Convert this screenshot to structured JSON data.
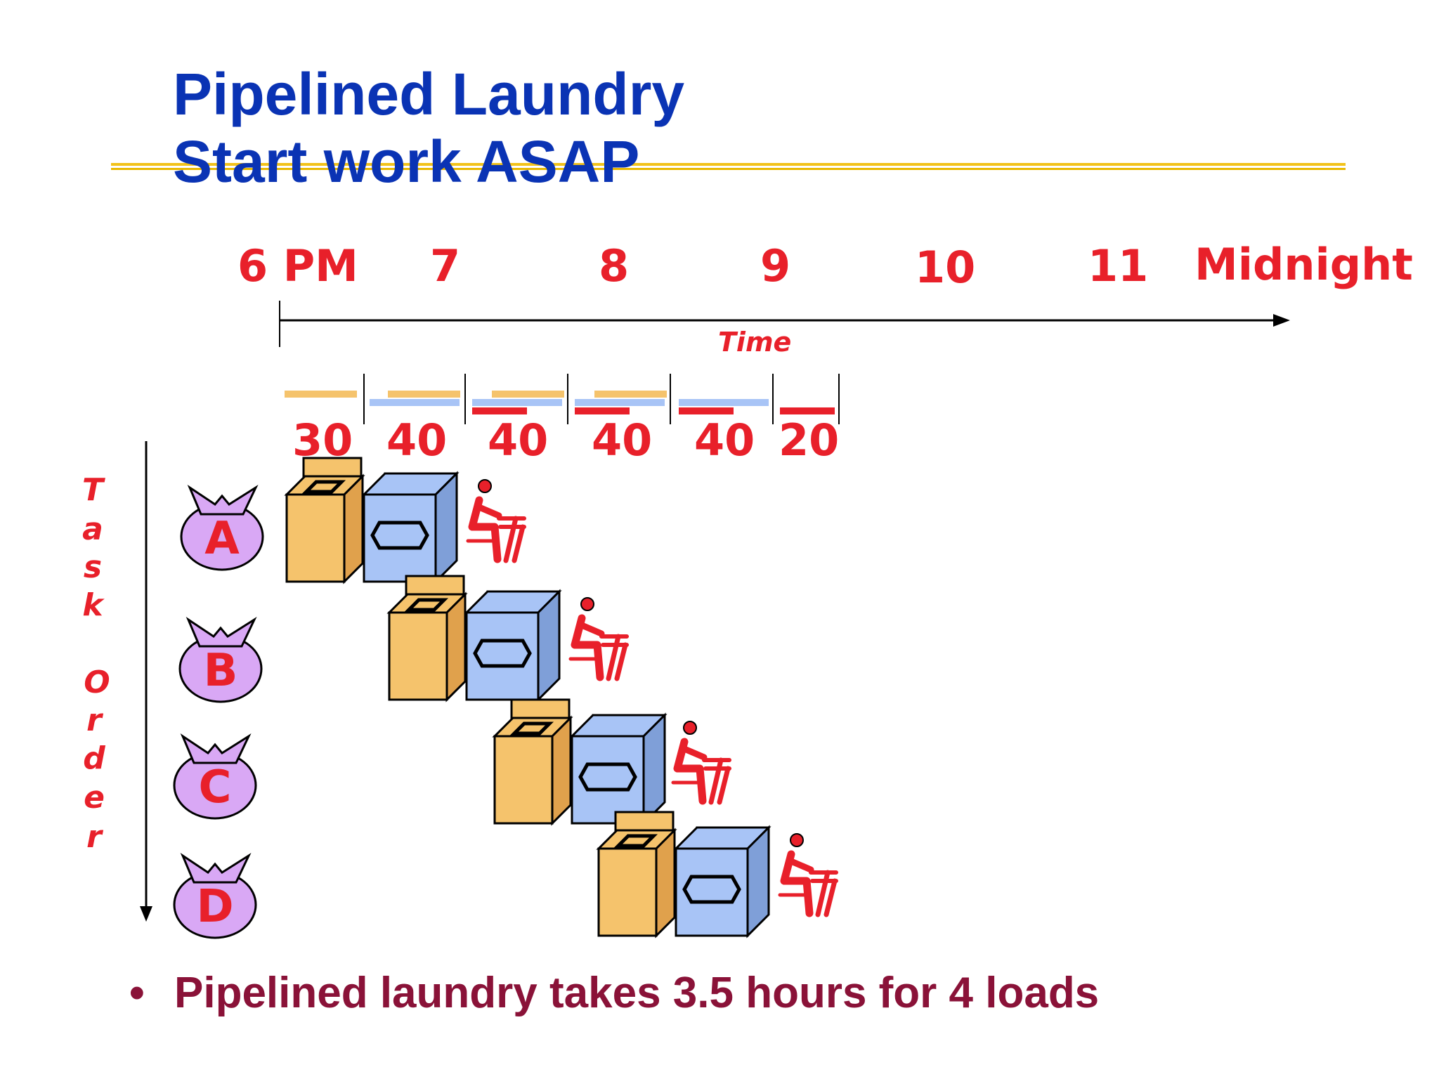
{
  "title": {
    "line1": "Pipelined Laundry",
    "line2": "Start work ASAP"
  },
  "timeline": {
    "labels": [
      "6 PM",
      "7",
      "8",
      "9",
      "10",
      "11",
      "Midnight"
    ],
    "axis_label": "Time"
  },
  "stages": {
    "durations": [
      "30",
      "40",
      "40",
      "40",
      "40",
      "20"
    ]
  },
  "task_order_label": "Task Order",
  "task_order_letters": [
    "T",
    "a",
    "s",
    "k",
    "O",
    "r",
    "d",
    "e",
    "r"
  ],
  "loads": [
    "A",
    "B",
    "C",
    "D"
  ],
  "colors": {
    "title": "#0a33b4",
    "rule": "#f2c21a",
    "timeline_text": "#e8202a",
    "washer": "#f5c36c",
    "dryer": "#a8c4f6",
    "folder": "#e8202a",
    "bag": "#d9a8f5",
    "bullet_text": "#8a1238"
  },
  "icons": [
    "washer-icon",
    "dryer-icon",
    "folding-person-icon",
    "laundry-bag-icon"
  ],
  "bullet": "Pipelined laundry takes 3.5 hours for 4 loads"
}
